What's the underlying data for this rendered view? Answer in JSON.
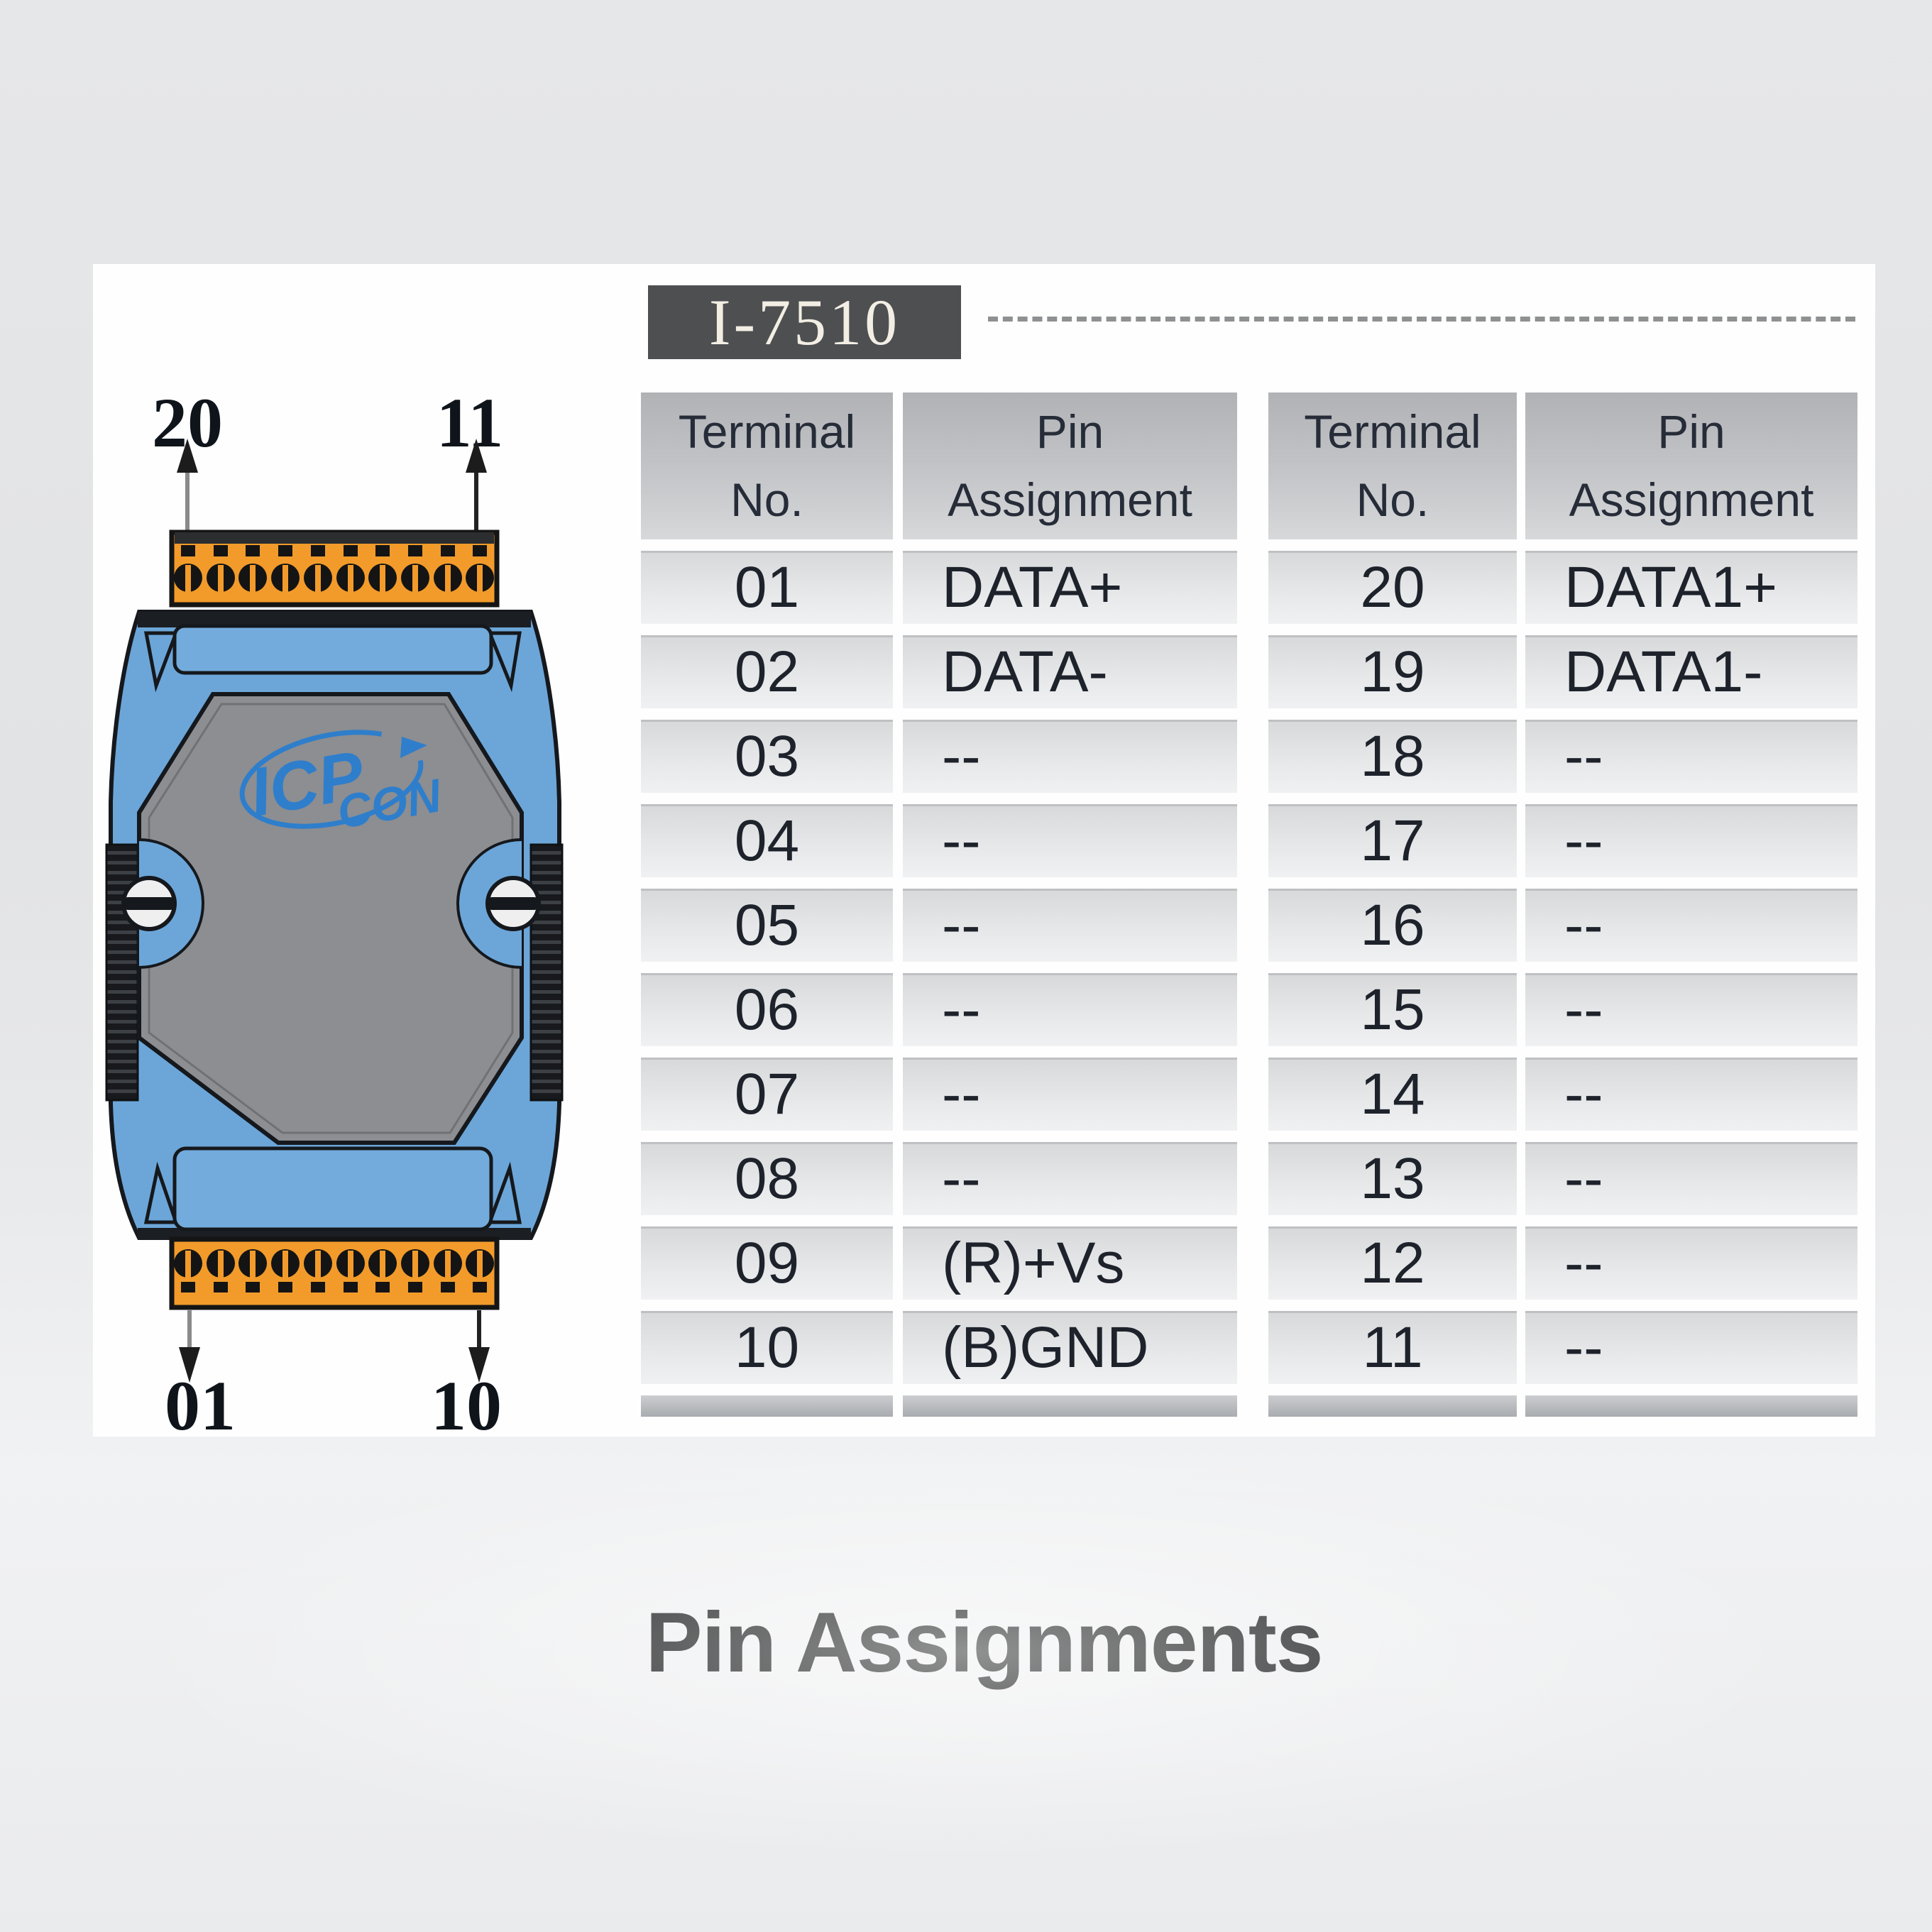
{
  "card": {
    "model_label": "I-7510",
    "title": "Pin Assignments"
  },
  "device": {
    "pin_top_left": "20",
    "pin_top_right": "11",
    "pin_bottom_left": "01",
    "pin_bottom_right": "10",
    "logo_top": "ICP",
    "logo_bottom": "CON",
    "terminals_per_block": 10
  },
  "tables": [
    {
      "headers": [
        [
          "Terminal",
          "No."
        ],
        [
          "Pin",
          "Assignment"
        ]
      ],
      "rows": [
        {
          "no": "01",
          "pin": "DATA+"
        },
        {
          "no": "02",
          "pin": "DATA-"
        },
        {
          "no": "03",
          "pin": "--"
        },
        {
          "no": "04",
          "pin": "--"
        },
        {
          "no": "05",
          "pin": "--"
        },
        {
          "no": "06",
          "pin": "--"
        },
        {
          "no": "07",
          "pin": "--"
        },
        {
          "no": "08",
          "pin": "--"
        },
        {
          "no": "09",
          "pin": "(R)+Vs"
        },
        {
          "no": "10",
          "pin": "(B)GND"
        }
      ]
    },
    {
      "headers": [
        [
          "Terminal",
          "No."
        ],
        [
          "Pin",
          "Assignment"
        ]
      ],
      "rows": [
        {
          "no": "20",
          "pin": "DATA1+"
        },
        {
          "no": "19",
          "pin": "DATA1-"
        },
        {
          "no": "18",
          "pin": "--"
        },
        {
          "no": "17",
          "pin": "--"
        },
        {
          "no": "16",
          "pin": "--"
        },
        {
          "no": "15",
          "pin": "--"
        },
        {
          "no": "14",
          "pin": "--"
        },
        {
          "no": "13",
          "pin": "--"
        },
        {
          "no": "12",
          "pin": "--"
        },
        {
          "no": "11",
          "pin": "--"
        }
      ]
    }
  ],
  "colors": {
    "module_blue": "#6CA6D9",
    "plate_blue": "#73ABDC",
    "terminal_orange": "#F29B2B",
    "panel_gray": "#8C8E91",
    "model_box_gray": "#4E4F51",
    "logo_blue": "#2E7ECC",
    "header_cell_gray": "#C3C5C8",
    "row_cell_gray": "#E6E7E9",
    "text_dark": "#1D222B",
    "card_white": "#FEFEFE",
    "background_gray": "#E6E7E9"
  }
}
